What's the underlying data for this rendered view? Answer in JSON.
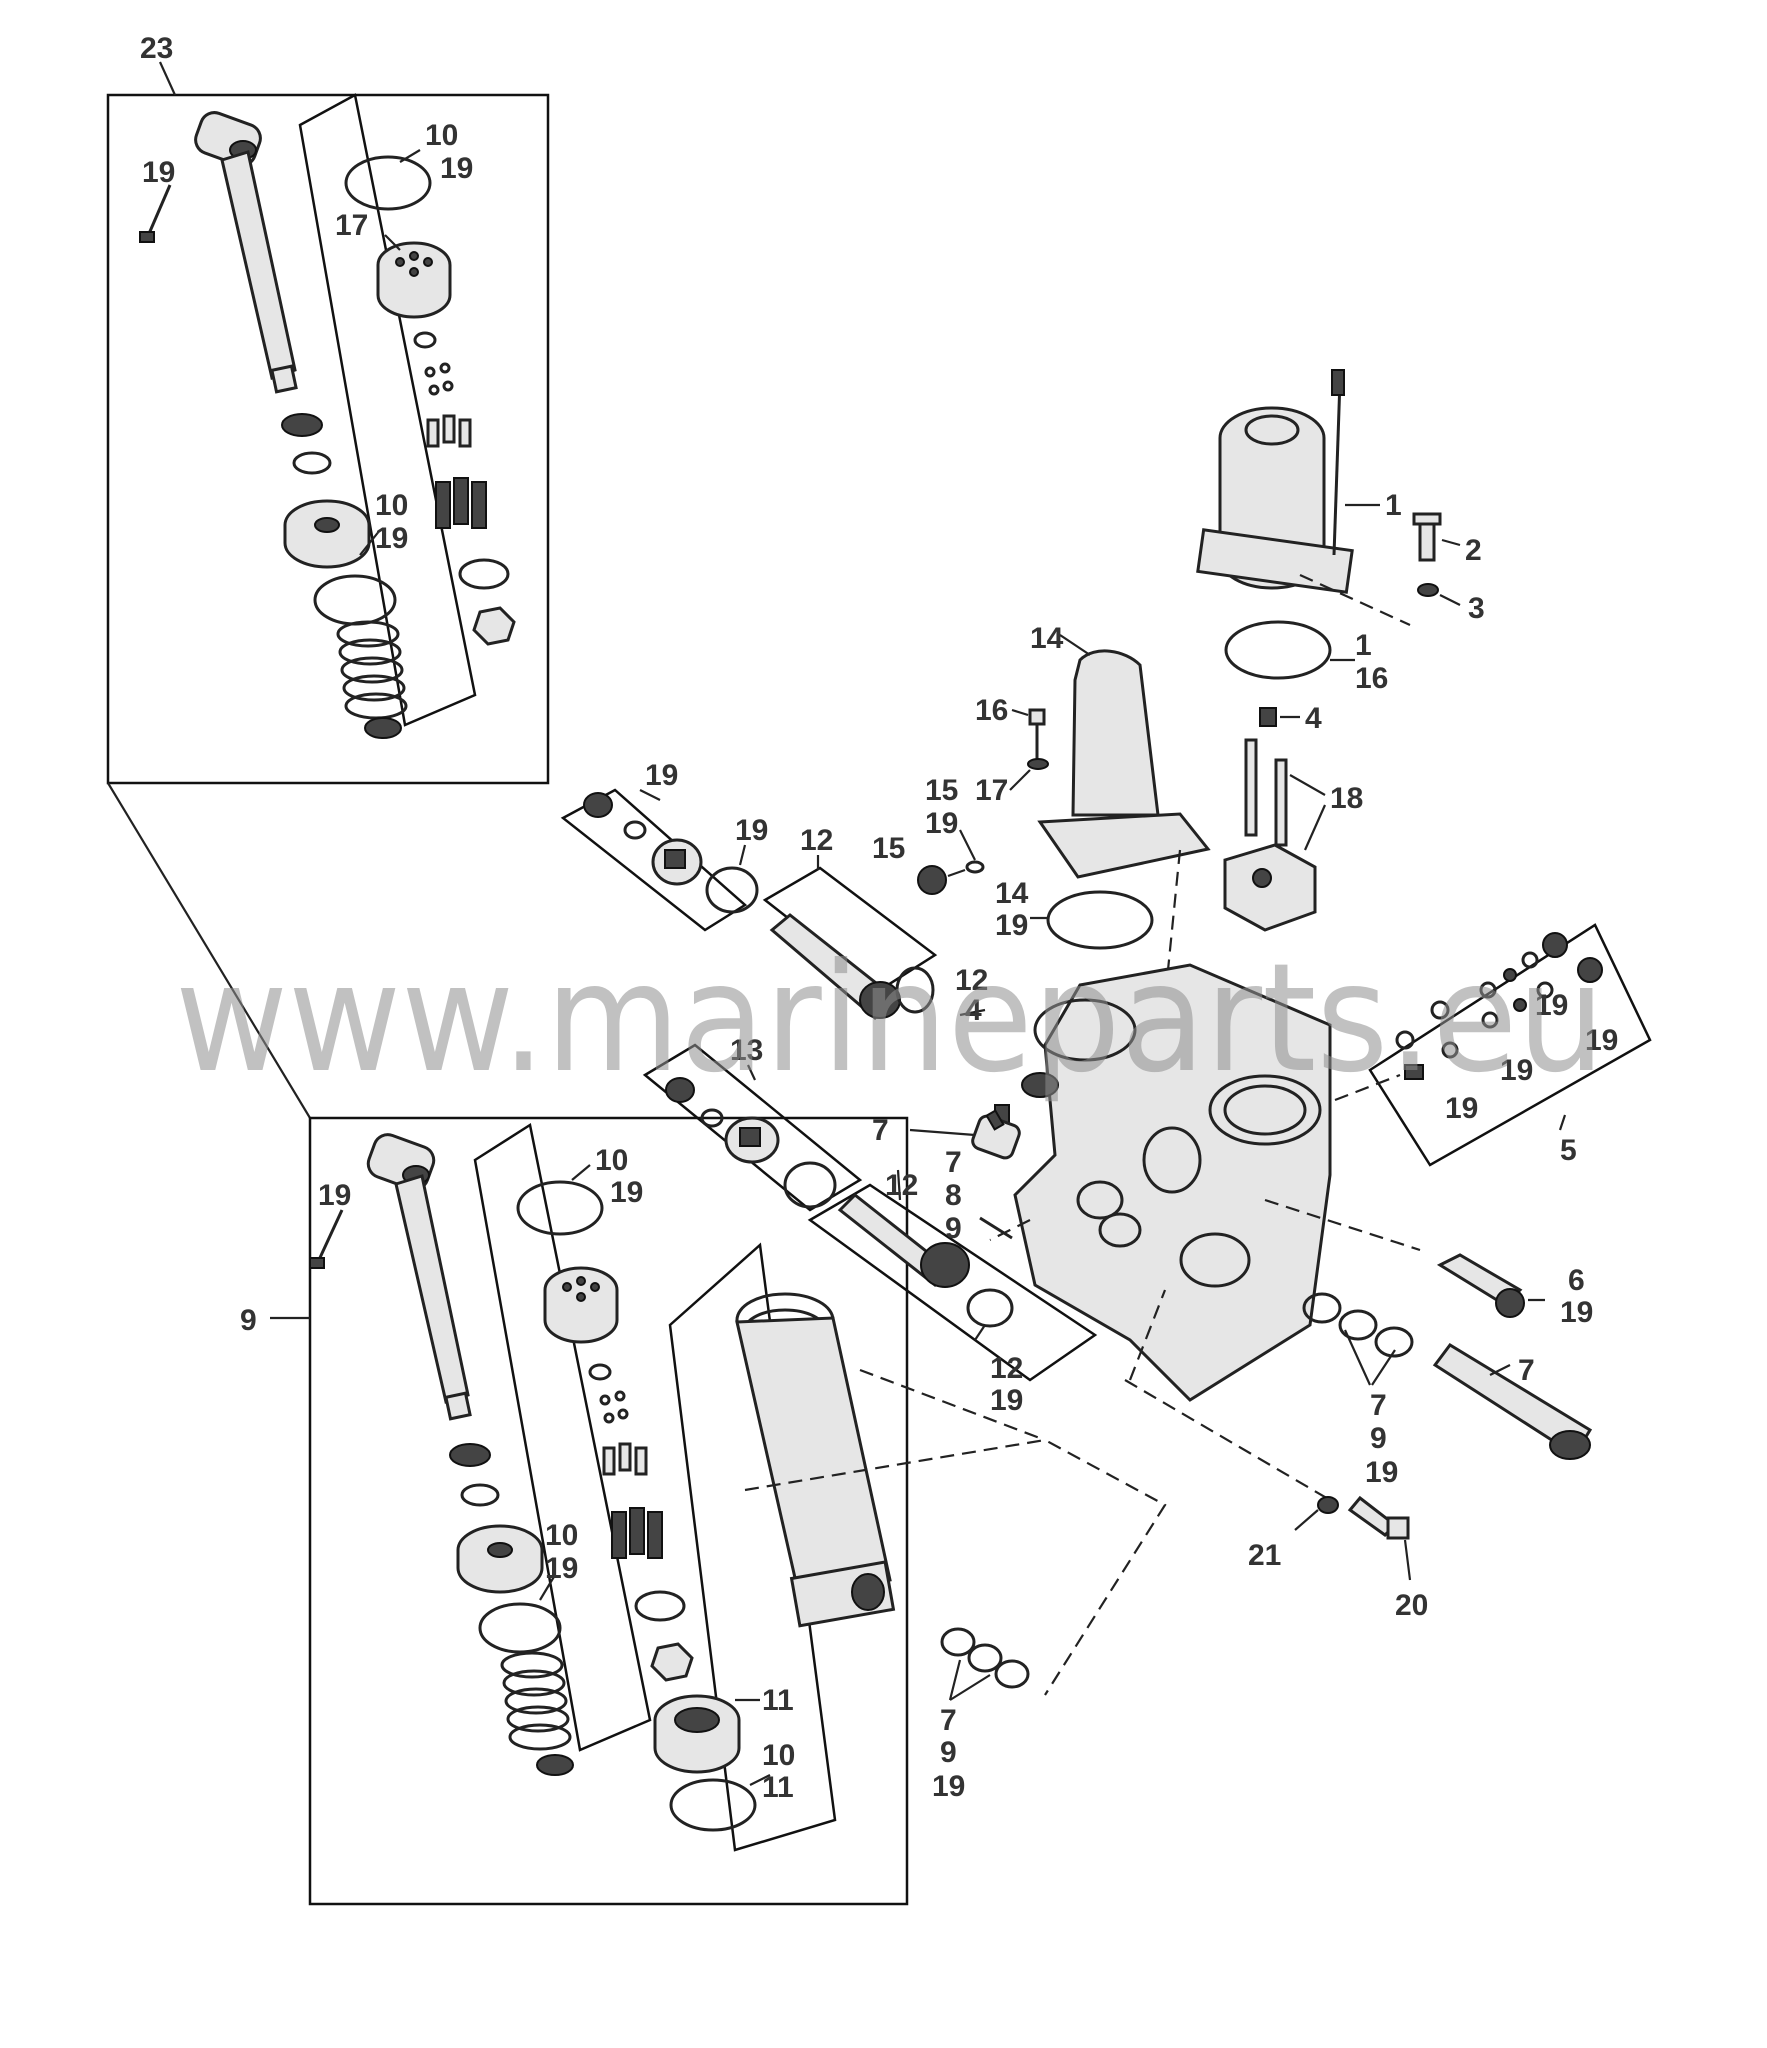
{
  "watermark": "www.marineparts.eu",
  "labels": {
    "l23": "23",
    "l19a": "19",
    "l10a": "10",
    "l19b": "19",
    "l17a": "17",
    "l10b": "10",
    "l19c": "19",
    "l1": "1",
    "l2": "2",
    "l3": "3",
    "l1b": "1",
    "l16": "16",
    "l14": "14",
    "l16b": "16",
    "l4": "4",
    "l17b": "17",
    "l18": "18",
    "l15": "15",
    "l19d": "19",
    "l15b": "15",
    "l14b": "14",
    "l19e": "19",
    "l19f": "19",
    "l19g": "19",
    "l12a": "12",
    "l12b": "12",
    "l4b": "4",
    "l13": "13",
    "l19h": "19",
    "l19i": "19",
    "l19j": "19",
    "l19k": "19",
    "l5": "5",
    "l7a": "7",
    "l7b": "7",
    "l8": "8",
    "l9a": "9",
    "l12c": "12",
    "l6": "6",
    "l19l": "19",
    "l12d": "12",
    "l19m": "19",
    "l7c": "7",
    "l7d": "7",
    "l9b": "9",
    "l19n": "19",
    "l21": "21",
    "l20": "20",
    "l19o": "19",
    "l9c": "9",
    "l10c": "10",
    "l19p": "19",
    "l10d": "10",
    "l19q": "19",
    "l11a": "11",
    "l10e": "10",
    "l11b": "11",
    "l7e": "7",
    "l9d": "9",
    "l19r": "19"
  }
}
